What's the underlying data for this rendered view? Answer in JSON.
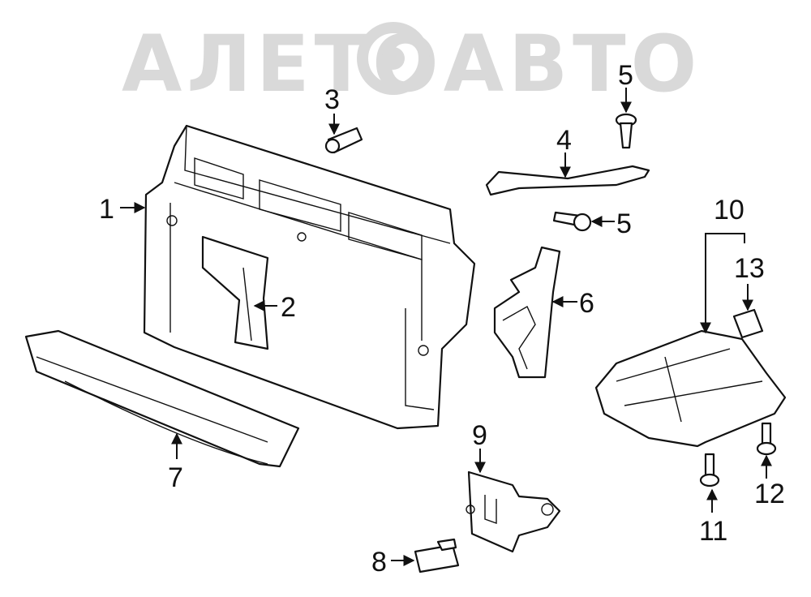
{
  "watermark": {
    "text": "АЛЕТОАВТО",
    "gear_icon": "gear-icon",
    "color": "#d9d9d9"
  },
  "callouts": [
    {
      "id": "1",
      "label": "1"
    },
    {
      "id": "2",
      "label": "2"
    },
    {
      "id": "3",
      "label": "3"
    },
    {
      "id": "4",
      "label": "4"
    },
    {
      "id": "5a",
      "label": "5"
    },
    {
      "id": "5b",
      "label": "5"
    },
    {
      "id": "6",
      "label": "6"
    },
    {
      "id": "7",
      "label": "7"
    },
    {
      "id": "8",
      "label": "8"
    },
    {
      "id": "9",
      "label": "9"
    },
    {
      "id": "10",
      "label": "10"
    },
    {
      "id": "11",
      "label": "11"
    },
    {
      "id": "12",
      "label": "12"
    },
    {
      "id": "13",
      "label": "13"
    }
  ],
  "colors": {
    "line": "#111111",
    "background": "#ffffff"
  }
}
